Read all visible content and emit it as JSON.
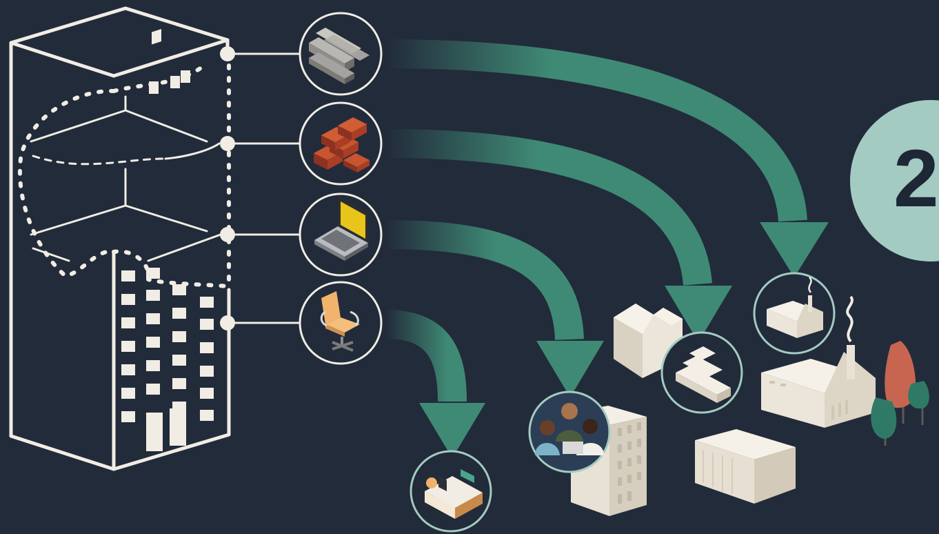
{
  "step_badge": {
    "number": "2",
    "color": "#a4cbc2"
  },
  "colors": {
    "background": "#222b3a",
    "outline": "#f1ede4",
    "arrow": "#3f8a75",
    "icon_ring": "#a4cbc2"
  },
  "components": [
    {
      "icon": "steel-beam-icon",
      "target": "factory-with-chimney"
    },
    {
      "icon": "brick-stack-icon",
      "target": "staircase-element"
    },
    {
      "icon": "laptop-icon",
      "target": "team-of-people"
    },
    {
      "icon": "office-chair-icon",
      "target": "reception-desk"
    }
  ],
  "destination_icons": [
    "reception-desk-icon",
    "people-group-icon",
    "stairs-icon",
    "small-factory-icon"
  ]
}
